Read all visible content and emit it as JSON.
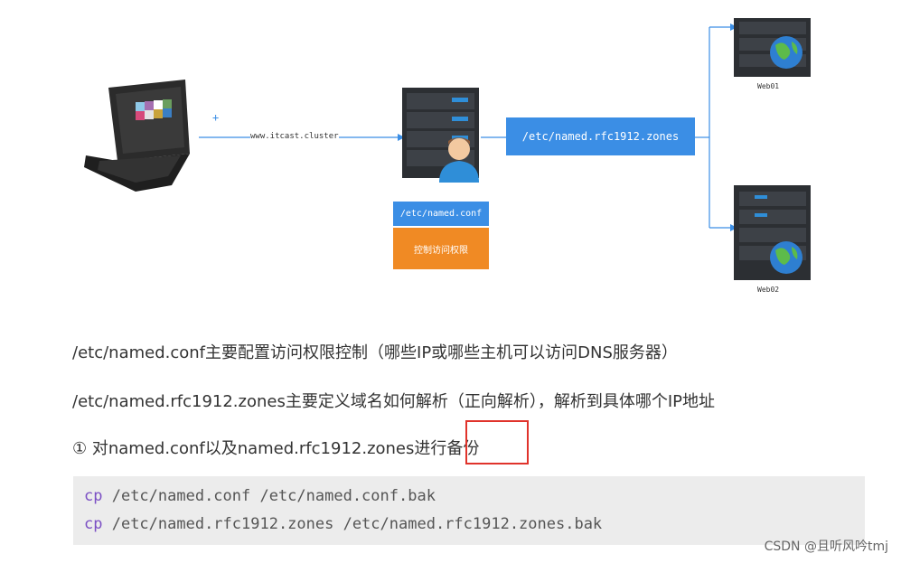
{
  "diagram": {
    "domain_label": "www.itcast.cluster",
    "plus_sign": "+",
    "zones_box": "/etc/named.rfc1912.zones",
    "conf_box": "/etc/named.conf",
    "access_box": "控制访问权限",
    "web01": "Web01",
    "web02": "Web02"
  },
  "text": {
    "line1": "/etc/named.conf主要配置访问权限控制（哪些IP或哪些主机可以访问DNS服务器）",
    "line2": "/etc/named.rfc1912.zones主要定义域名如何解析（正向解析），解析到具体哪个IP地址",
    "line3": "① 对named.conf以及named.rfc1912.zones进行备份"
  },
  "code": {
    "cmd1": "cp",
    "args1": " /etc/named.conf /etc/named.conf.bak",
    "cmd2": "cp",
    "args2": " /etc/named.rfc1912.zones /etc/named.rfc1912.zones.bak"
  },
  "watermark": "CSDN @且听风吟tmj",
  "colors": {
    "blue_box": "#3b8ee5",
    "orange_box": "#f08a24",
    "highlight": "#e0332b",
    "code_bg": "#ececec",
    "keyword": "#7b4fc4"
  }
}
